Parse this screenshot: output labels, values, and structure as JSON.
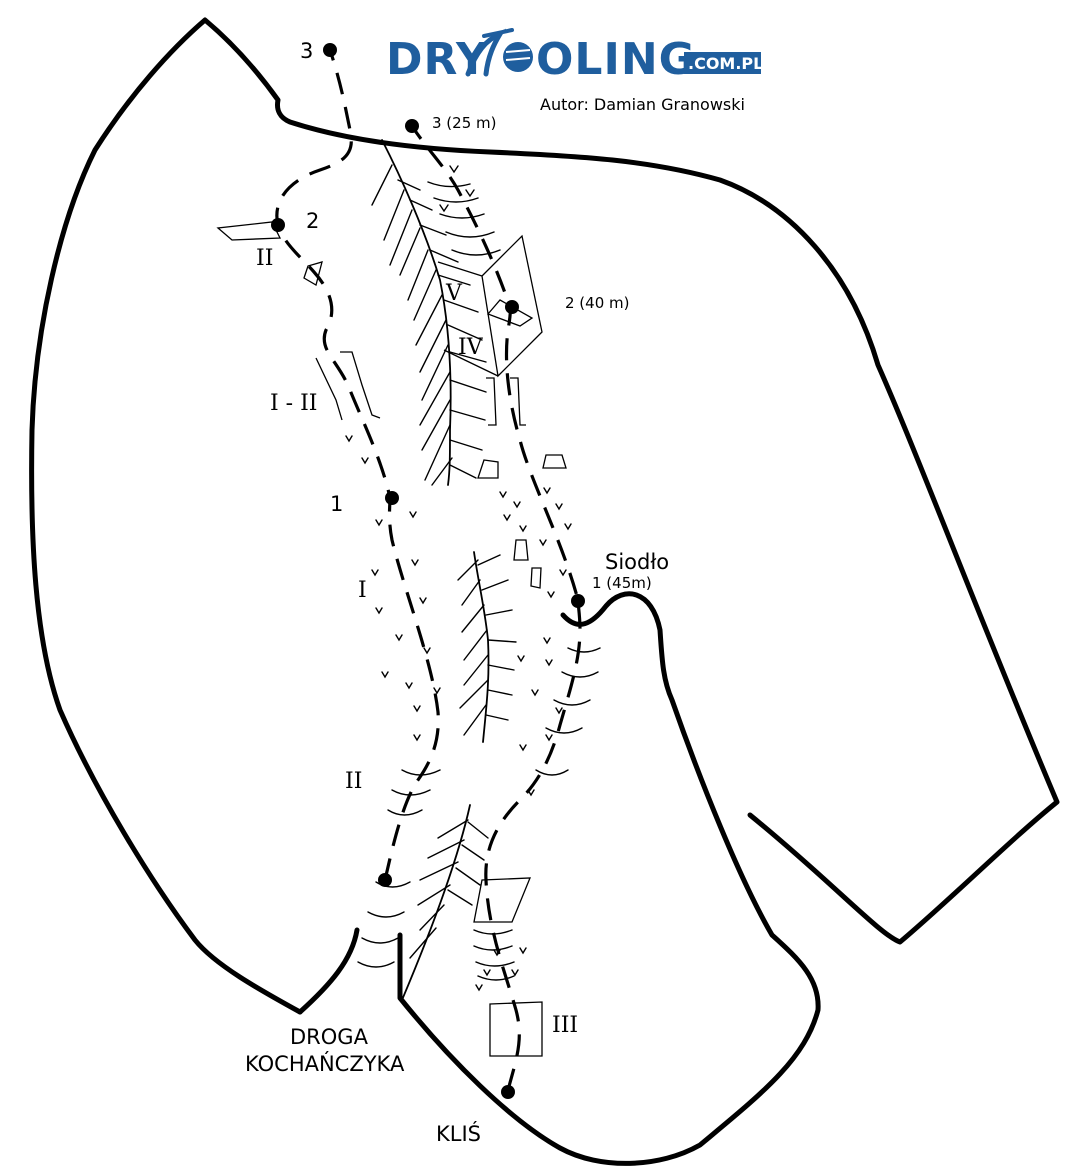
{
  "logo": {
    "brand_left": "DRY",
    "brand_right": "OLING",
    "domain": ".COM.PL",
    "brand_color": "#1f5e9e"
  },
  "author": "Autor: Damian Granowski",
  "belays": {
    "left_1": "1",
    "left_2": "2",
    "left_3": "3",
    "right_1": "1 (45m)",
    "right_2": "2 (40 m)",
    "right_3": "3 (25 m)"
  },
  "grades": {
    "left_top": "II",
    "left_upper": "I - II",
    "left_middle": "I",
    "left_lower": "II",
    "center_v": "V",
    "center_iv": "IV",
    "bottom_iii": "III"
  },
  "places": {
    "saddle": "Siodło",
    "route_name_line1": "DROGA",
    "route_name_line2": "KOCHAŃCZYKA",
    "start": "KLIŚ"
  }
}
